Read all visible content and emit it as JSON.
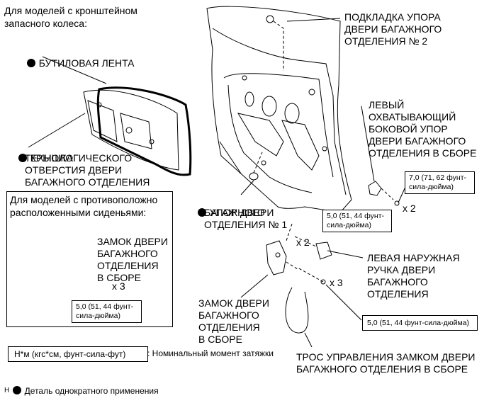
{
  "heading": {
    "line1": "Для моделей с кронштейном",
    "line2": "запасного колеса:"
  },
  "labels": {
    "butyl_tape": "БУТИЛОВАЯ ЛЕНТА",
    "hole_cover": [
      "КРЫШКА",
      "ТЕХНОЛОГИЧЕСКОГО",
      "ОТВЕРСТИЯ ДВЕРИ",
      "БАГАЖНОГО ОТДЕЛЕНИЯ"
    ],
    "door_stop_cushion_2": [
      "ПОДКЛАДКА УПОРА",
      "ДВЕРИ БАГАЖНОГО",
      "ОТДЕЛЕНИЯ № 2"
    ],
    "left_side_stop": [
      "ЛЕВЫЙ",
      "ОХВАТЫВАЮЩИЙ",
      "БОКОВОЙ УПОР",
      "ДВЕРИ БАГАЖНОГО",
      "ОТДЕЛЕНИЯ В СБОРЕ"
    ],
    "door_stop_1": [
      "УПОР ДВЕРИ",
      "БАГАЖНОГО",
      "ОТДЕЛЕНИЯ № 1"
    ],
    "opposite_seats_heading": [
      "Для моделей с противоположно",
      "расположенными сиденьями:"
    ],
    "lock_assembly_inset": [
      "ЗАМОК ДВЕРИ",
      "БАГАЖНОГО",
      "ОТДЕЛЕНИЯ",
      "В СБОРЕ"
    ],
    "lock_assembly_main": [
      "ЗАМОК ДВЕРИ",
      "БАГАЖНОГО",
      "ОТДЕЛЕНИЯ",
      "В СБОРЕ"
    ],
    "outside_handle": [
      "ЛЕВАЯ НАРУЖНАЯ",
      "РУЧКА ДВЕРИ",
      "БАГАЖНОГО",
      "ОТДЕЛЕНИЯ"
    ],
    "control_cable": [
      "ТРОС УПРАВЛЕНИЯ ЗАМКОМ ДВЕРИ",
      "БАГАЖНОГО ОТДЕЛЕНИЯ В СБОРЕ"
    ]
  },
  "torques": {
    "side_stop": [
      "7,0 (71, 62 фунт-",
      "сила-дюйма)"
    ],
    "handle": [
      "5,0 (51, 44 фунт-",
      "сила-дюйма)"
    ],
    "inset_lock": [
      "5,0 (51, 44 фунт-",
      "сила-дюйма)"
    ],
    "main_lock": "5,0 (51, 44 фунт-сила-дюйма)"
  },
  "quantities": {
    "side_stop": "x 2",
    "handle": "x 2",
    "inset_lock": "x 3",
    "main_lock": "x 3"
  },
  "legend": {
    "unit_box": "Н*м (кгс*см, фунт-сила-фут)",
    "unit_desc": ": Номинальный момент затяжки",
    "non_reusable": "Деталь однократного применения"
  },
  "corner_mark": "H"
}
